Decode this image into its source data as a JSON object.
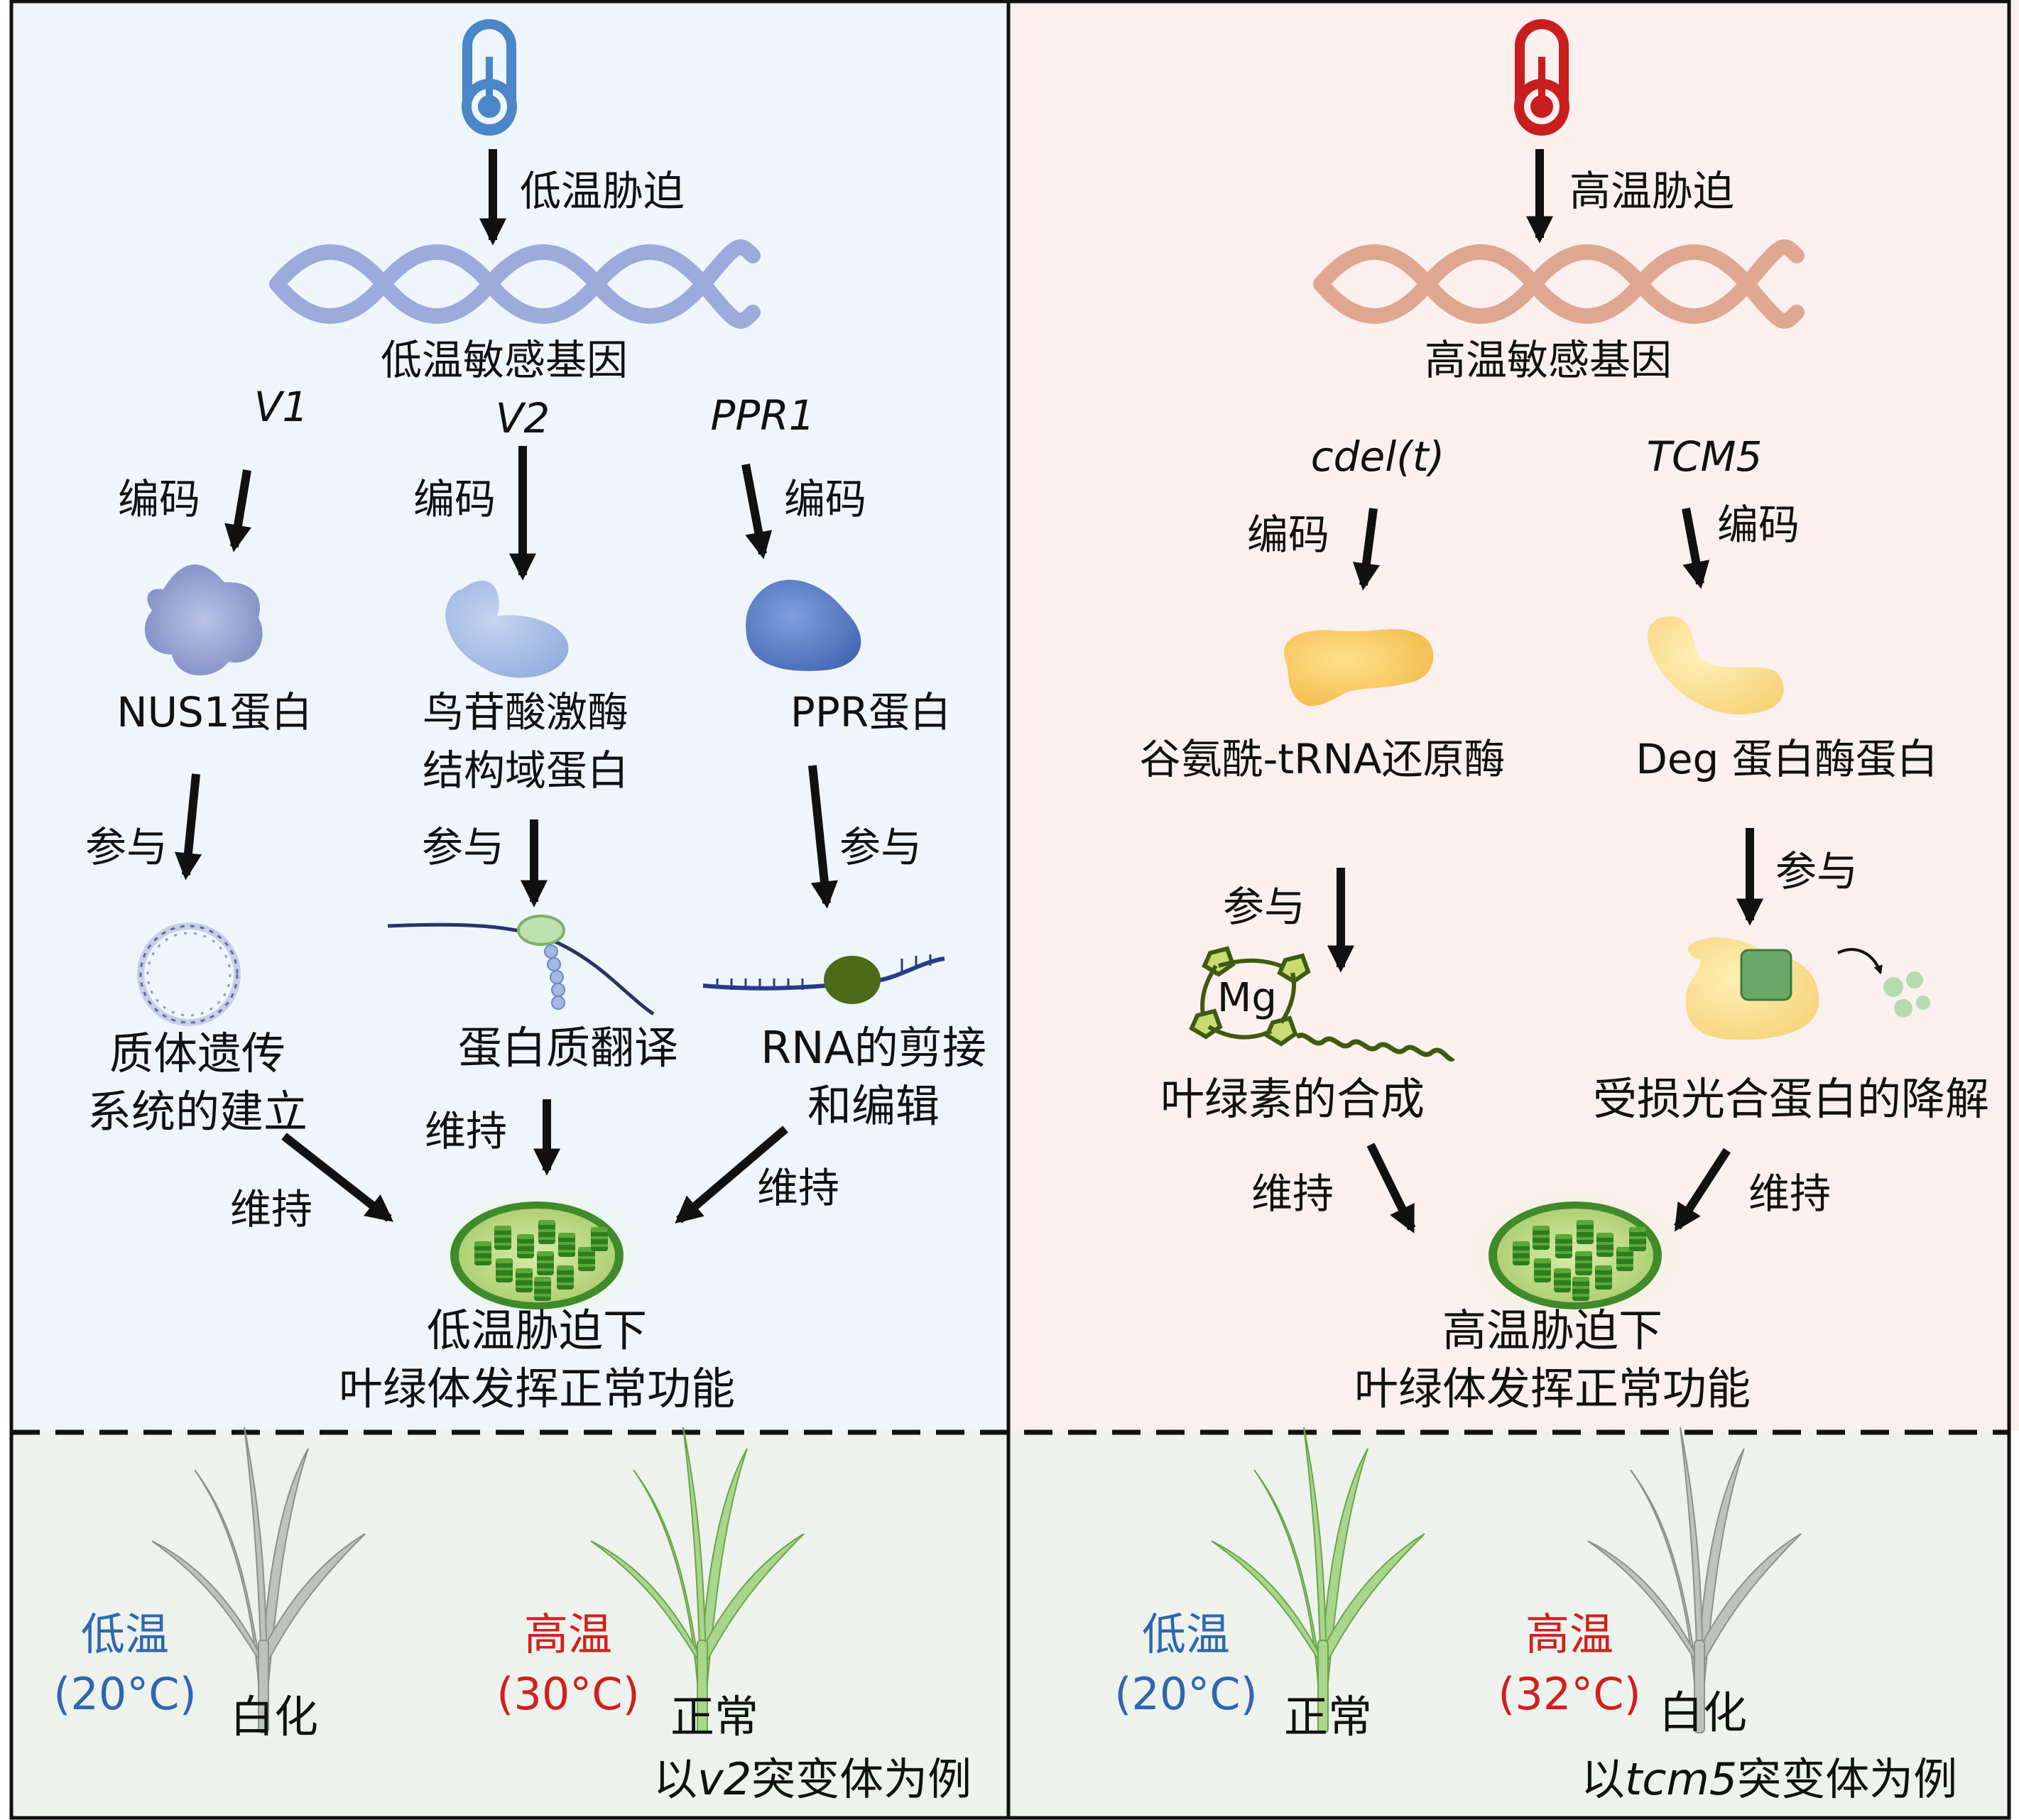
{
  "colors": {
    "left_panel_bg": "#eef6fb",
    "right_panel_bg": "#fbf0ee",
    "bottom_bg": "#eef2ec",
    "cold": "#2f66b0",
    "heat": "#d11f1f",
    "border": "#111111"
  },
  "left": {
    "stress": "低温胁迫",
    "gene_group": "低温敏感基因",
    "genes": [
      "V1",
      "V2",
      "PPR1"
    ],
    "encode": "编码",
    "proteins": {
      "nus1": "NUS1蛋白",
      "v2_line1": "鸟苷酸激酶",
      "v2_line2": "结构域蛋白",
      "ppr": "PPR蛋白"
    },
    "participate": "参与",
    "processes": {
      "plastid_line1": "质体遗传",
      "plastid_line2": "系统的建立",
      "translation": "蛋白质翻译",
      "rna_line1": "RNA的剪接",
      "rna_line2": "和编辑"
    },
    "maintain": "维持",
    "result_line1": "低温胁迫下",
    "result_line2": "叶绿体发挥正常功能"
  },
  "right": {
    "stress": "高温胁迫",
    "gene_group": "高温敏感基因",
    "gene_cdel_prefix": "cdel(",
    "gene_cdel_t": "t",
    "gene_cdel_suffix": ")",
    "gene_tcm5": "TCM5",
    "encode": "编码",
    "proteins": {
      "glutamyl": "谷氨酰-tRNA还原酶",
      "deg": "Deg 蛋白酶蛋白"
    },
    "participate": "参与",
    "mg_label": "Mg",
    "processes": {
      "chlorophyll": "叶绿素的合成",
      "degradation": "受损光合蛋白的降解"
    },
    "maintain": "维持",
    "result_line1": "高温胁迫下",
    "result_line2": "叶绿体发挥正常功能"
  },
  "bottom_left": {
    "low_label": "低温",
    "low_temp": "(20°C)",
    "low_phenotype": "白化",
    "high_label": "高温",
    "high_temp": "(30°C)",
    "high_phenotype": "正常",
    "caption_prefix": "以",
    "caption_mutant": "v2",
    "caption_suffix": "突变体为例"
  },
  "bottom_right": {
    "low_label": "低温",
    "low_temp": "(20°C)",
    "low_phenotype": "正常",
    "high_label": "高温",
    "high_temp": "(32°C)",
    "high_phenotype": "白化",
    "caption_prefix": "以",
    "caption_mutant": "tcm5",
    "caption_suffix": "突变体为例"
  }
}
